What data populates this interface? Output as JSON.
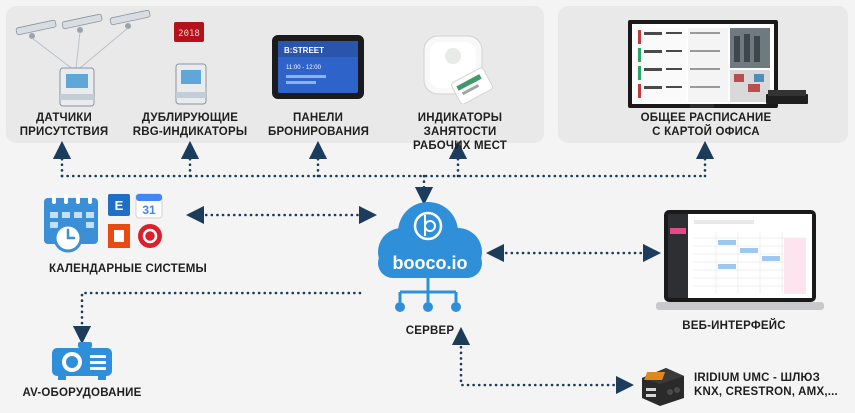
{
  "labels": {
    "sensors": [
      "ДАТЧИКИ",
      "ПРИСУТСТВИЯ"
    ],
    "rgb_indicators": [
      "ДУБЛИРУЮЩИЕ",
      "RBG-ИНДИКАТОРЫ"
    ],
    "booking_panels": [
      "ПАНЕЛИ",
      "БРОНИРОВАНИЯ"
    ],
    "workplace_indicators": [
      "ИНДИКАТОРЫ ЗАНЯТОСТИ",
      "РАБОЧИХ МЕСТ"
    ],
    "office_schedule": [
      "ОБЩЕЕ РАСПИСАНИЕ",
      "С КАРТОЙ ОФИСА"
    ],
    "calendar_systems": "КАЛЕНДАРНЫЕ СИСТЕМЫ",
    "server": "СЕРВЕР",
    "web_interface": "ВЕБ-ИНТЕРФЕЙС",
    "av_equipment": "AV-ОБОРУДОВАНИЕ",
    "iridium": [
      "IRIDIUM UMC - ШЛЮЗ",
      "KNX, CRESTRON, AMX,..."
    ]
  },
  "cloud": {
    "brand": "booco.io"
  },
  "rgb_display": {
    "value": "2018"
  },
  "booking_panel": {
    "brand": "B:STREET",
    "time": "11:00 - 12:00"
  },
  "calendar_icon": {
    "day": "31"
  },
  "colors": {
    "accent": "#2f8fd8",
    "dots": "#1d3b5a",
    "panel": "#e9e9e9"
  }
}
